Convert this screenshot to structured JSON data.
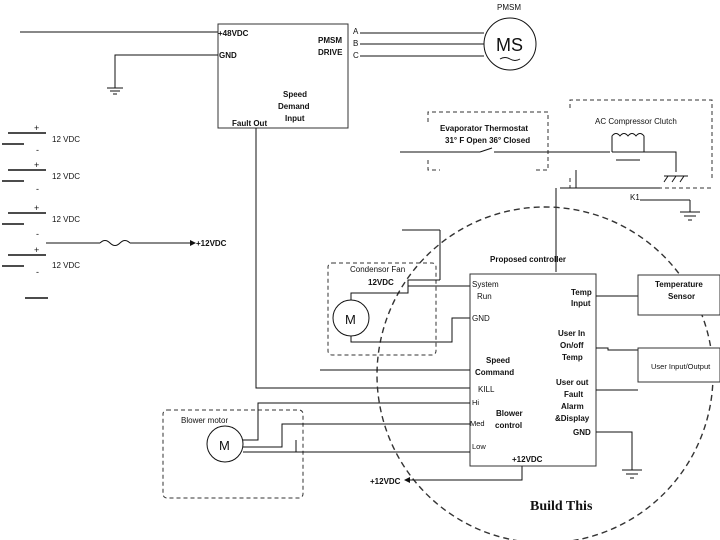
{
  "pmsm_drive": {
    "motor_title": "PMSM",
    "motor_symbol": "MS",
    "supply": "+48VDC",
    "gnd": "GND",
    "drive_line1": "PMSM",
    "drive_line2": "DRIVE",
    "phase_a": "A",
    "phase_b": "B",
    "phase_c": "C",
    "speed_line1": "Speed",
    "speed_line2": "Demand",
    "speed_line3": "Input",
    "fault_out": "Fault Out"
  },
  "batteries": {
    "plus": "+",
    "minus": "-",
    "label": "12 VDC",
    "output": "+12VDC"
  },
  "thermostat": {
    "line1": "Evaporator Thermostat",
    "line2": "31° F Open 36° Closed"
  },
  "clutch": {
    "label": "AC Compressor Clutch",
    "relay": "K1"
  },
  "condenser": {
    "line1": "Condensor Fan",
    "line2": "12VDC",
    "motor_symbol": "M"
  },
  "blower": {
    "label": "Blower motor",
    "motor_symbol": "M"
  },
  "controller": {
    "title": "Proposed controller",
    "system_run_1": "System",
    "system_run_2": "Run",
    "gnd_left": "GND",
    "speed_cmd_1": "Speed",
    "speed_cmd_2": "Command",
    "kill": "KILL",
    "hi": "Hi",
    "med": "Med",
    "low": "Low",
    "blower_ctrl_1": "Blower",
    "blower_ctrl_2": "control",
    "vcc": "+12VDC",
    "temp_input_1": "Temp",
    "temp_input_2": "Input",
    "user_in_1": "User In",
    "user_in_2": "On/off",
    "user_in_3": "Temp",
    "user_out_1": "User out",
    "user_out_2": "Fault",
    "user_out_3": "Alarm",
    "user_out_4": "&Display",
    "gnd_right": "GND"
  },
  "temp_sensor": {
    "line1": "Temperature",
    "line2": "Sensor"
  },
  "user_io": {
    "label": "User Input/Output"
  },
  "supply_out": "+12VDC",
  "build_label": "Build This"
}
